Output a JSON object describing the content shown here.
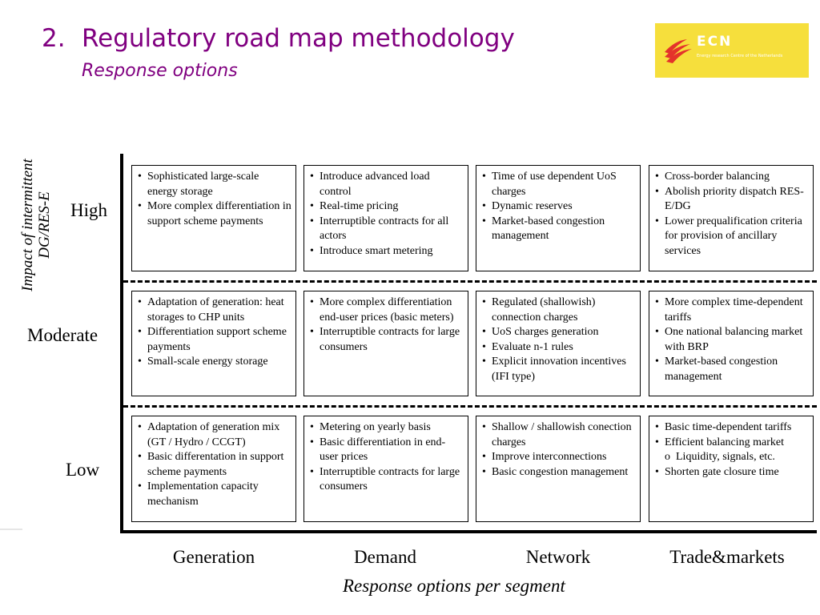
{
  "slide": {
    "title_number": "2.",
    "title": "Regulatory road map methodology",
    "subtitle": "Response options"
  },
  "logo": {
    "name": "ECN",
    "tagline": "Energy research Centre of the Netherlands",
    "background_color": "#f6df3c",
    "icon": "ecn-logo-icon"
  },
  "diagram": {
    "y_axis_title": "Impact of intermittent DG/RES-E",
    "x_axis_title": "Response options per segment",
    "rows": [
      "High",
      "Moderate",
      "Low"
    ],
    "columns": [
      "Generation",
      "Demand",
      "Network",
      "Trade&markets"
    ],
    "cells": [
      [
        [
          "Sophisticated large-scale energy storage",
          "More complex differentiation in support scheme payments"
        ],
        [
          "Introduce advanced load control",
          "Real-time pricing",
          "Interruptible contracts for all actors",
          "Introduce smart metering"
        ],
        [
          "Time of use dependent UoS charges",
          "Dynamic reserves",
          "Market-based congestion management"
        ],
        [
          "Cross-border balancing",
          "Abolish priority dispatch RES-E/DG",
          "Lower prequalification criteria for provision of ancillary services"
        ]
      ],
      [
        [
          "Adaptation of generation: heat storages to CHP units",
          "Differentiation support scheme payments",
          "Small-scale energy storage"
        ],
        [
          "More complex differentiation end-user prices (basic meters)",
          "Interruptible contracts for large consumers"
        ],
        [
          "Regulated (shallowish) connection charges",
          "UoS charges generation",
          "Evaluate n-1 rules",
          "Explicit innovation incentives (IFI type)"
        ],
        [
          "More complex time-dependent tariffs",
          "One national balancing market with BRP",
          "Market-based congestion management"
        ]
      ],
      [
        [
          "Adaptation of generation mix (GT / Hydro / CCGT)",
          "Basic differentation in support scheme payments",
          "Implementation capacity mechanism"
        ],
        [
          "Metering on yearly basis",
          "Basic differentiation in end-user prices",
          "Interruptible contracts for large consumers"
        ],
        [
          "Shallow / shallowish conection charges",
          "Improve interconnections",
          "Basic congestion management"
        ],
        [
          "Basic time-dependent tariffs",
          "Efficient balancing market",
          {
            "sub": "Liquidity, signals, etc."
          },
          "Shorten gate closure time"
        ]
      ]
    ]
  }
}
